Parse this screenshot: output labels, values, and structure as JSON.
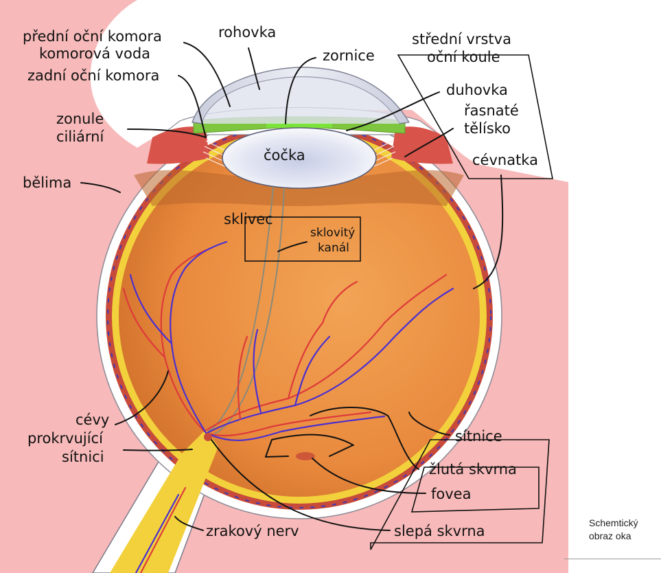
{
  "labels": {
    "predni_komora": "přední oční komora",
    "komorova_voda": "komorová voda",
    "zadni_komora": "zadní oční komora",
    "rohovka": "rohovka",
    "zornice": "zornice",
    "stredni_vrstva_1": "střední vrstva",
    "stredni_vrstva_2": "oční koule",
    "duhovka": "duhovka",
    "rasnate_1": "řasnaté",
    "rasnate_2": "tělísko",
    "zonule_1": "zonule",
    "zonule_2": "ciliární",
    "cocka": "čočka",
    "cevnatka": "cévnatka",
    "belima": "bělima",
    "sklivec": "sklivec",
    "sklovity_1": "sklovitý",
    "sklovity_2": "kanál",
    "cevy_1": "cévy",
    "cevy_2": "prokrvující",
    "cevy_3": "sítnici",
    "sitnice": "sítnice",
    "zluta_skvrna": "žlutá skvrna",
    "fovea": "fovea",
    "slepa_skvrna": "slepá skvrna",
    "zrakovy_nerv": "zrakový nerv"
  },
  "caption": {
    "line1": "Schemtický",
    "line2": "obraz oka"
  },
  "colors": {
    "tissue": "#f7b9b9",
    "sclera": "#ffffff",
    "choroid": "#c74a3a",
    "retina": "#f2d13c",
    "vitreous": "#e98a3e",
    "lens": "#dfe3f2",
    "cornea": "#e6e8f2",
    "iris": "#7ec63f",
    "artery": "#dd3a3a",
    "vein": "#4a2fd0"
  }
}
